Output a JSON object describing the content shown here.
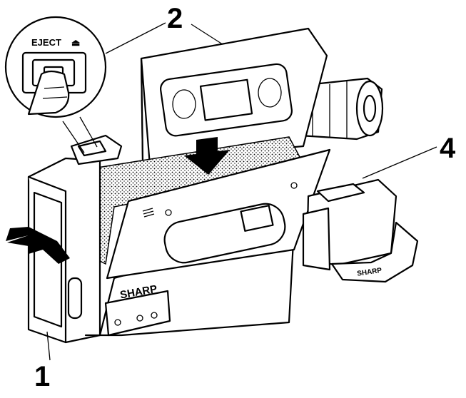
{
  "callouts": {
    "one": "1",
    "two": "2",
    "four": "4"
  },
  "inset": {
    "eject_label": "EJECT",
    "eject_symbol": "⏏"
  },
  "brand": {
    "front_logo": "SHARP",
    "strap_logo": "SHARP"
  },
  "colors": {
    "ink": "#000000",
    "paper": "#ffffff"
  }
}
